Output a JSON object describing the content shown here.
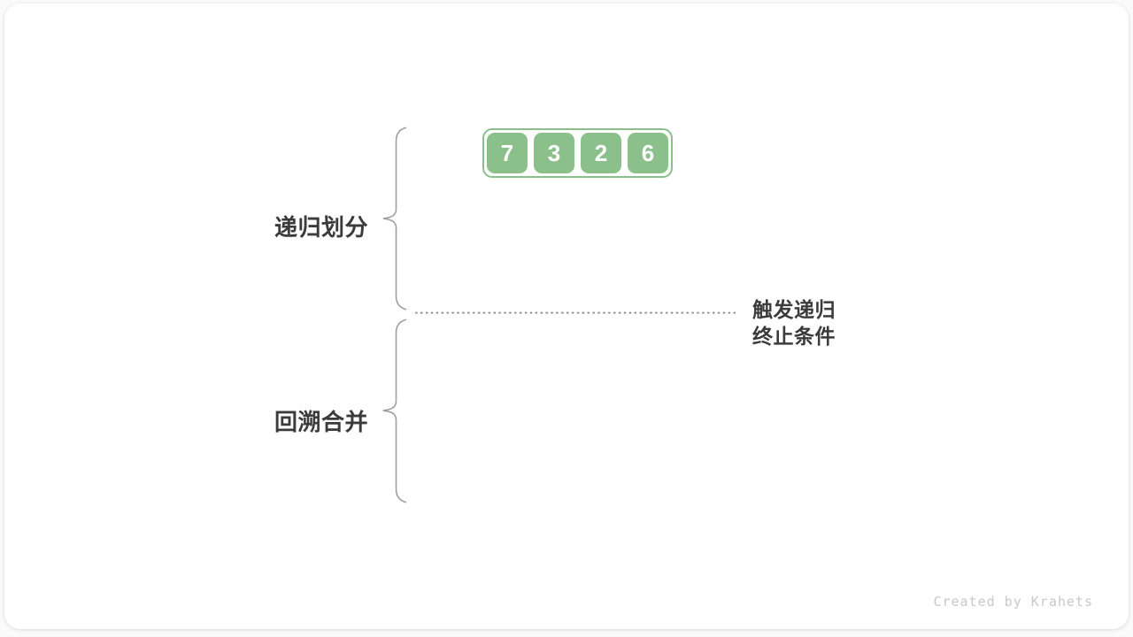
{
  "array": {
    "values": [
      "7",
      "3",
      "2",
      "6"
    ]
  },
  "labels": {
    "recursive_divide": "递归划分",
    "backtrack_merge": "回溯合并",
    "termination_line1": "触发递归",
    "termination_line2": "终止条件"
  },
  "footer": {
    "credit": "Created by Krahets"
  },
  "colors": {
    "green": "#8cc08a",
    "label": "#3b3b3b",
    "brace": "#9e9e9e",
    "dotted": "#8a8a8a",
    "credit": "#c8c8c8",
    "card_bg": "#ffffff",
    "page_bg": "#fafafa"
  }
}
